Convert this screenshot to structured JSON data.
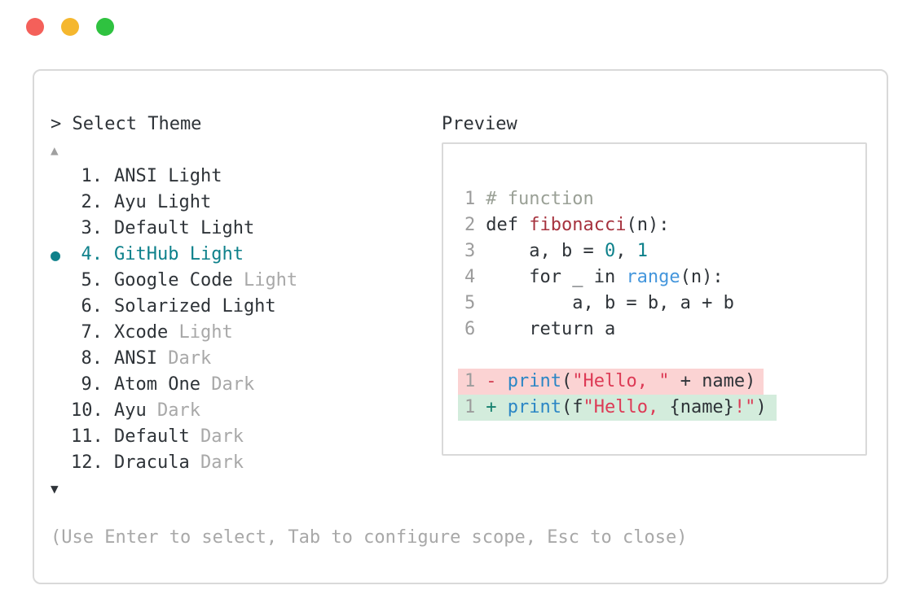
{
  "palette": {
    "text": "#2e3338",
    "dim": "#a8a8a8",
    "accent": "#0e818b",
    "arrow_dim": "#a0a0a0",
    "border": "#d9d9d9",
    "line_number": "#9c9c9c",
    "comment": "#9aa096",
    "function": "#a6323e",
    "number": "#0e818b",
    "builtin": "#4496dc",
    "call": "#2b86c5",
    "string": "#dd3a55",
    "diff_minus": "#d23c50",
    "diff_plus": "#15806e",
    "removed_bg": "#fbd3d3",
    "added_bg": "#d3ecdc",
    "traffic_red": "#f4605a",
    "traffic_yellow": "#f5b72e",
    "traffic_green": "#2fc240"
  },
  "traffic_lights": [
    "close",
    "minimize",
    "zoom"
  ],
  "theme_selector": {
    "prompt": "> Select Theme",
    "scroll_up_icon": "▲",
    "scroll_down_icon": "▼",
    "selected_marker": "●",
    "items": [
      {
        "num": "1.",
        "name": "ANSI Light",
        "dim_suffix": "",
        "selected": false
      },
      {
        "num": "2.",
        "name": "Ayu Light",
        "dim_suffix": "",
        "selected": false
      },
      {
        "num": "3.",
        "name": "Default Light",
        "dim_suffix": "",
        "selected": false
      },
      {
        "num": "4.",
        "name": "GitHub Light",
        "dim_suffix": "",
        "selected": true
      },
      {
        "num": "5.",
        "name": "Google Code",
        "dim_suffix": "Light",
        "selected": false
      },
      {
        "num": "6.",
        "name": "Solarized Light",
        "dim_suffix": "",
        "selected": false
      },
      {
        "num": "7.",
        "name": "Xcode",
        "dim_suffix": "Light",
        "selected": false
      },
      {
        "num": "8.",
        "name": "ANSI",
        "dim_suffix": "Dark",
        "selected": false
      },
      {
        "num": "9.",
        "name": "Atom One",
        "dim_suffix": "Dark",
        "selected": false
      },
      {
        "num": "10.",
        "name": "Ayu",
        "dim_suffix": "Dark",
        "selected": false
      },
      {
        "num": "11.",
        "name": "Default",
        "dim_suffix": "Dark",
        "selected": false
      },
      {
        "num": "12.",
        "name": "Dracula",
        "dim_suffix": "Dark",
        "selected": false
      }
    ],
    "help": "(Use Enter to select, Tab to configure scope, Esc to close)"
  },
  "preview": {
    "title": "Preview",
    "lines": [
      {
        "num": "1",
        "diff": "",
        "segments": [
          [
            "# function",
            "comment"
          ]
        ]
      },
      {
        "num": "2",
        "diff": "",
        "segments": [
          [
            "def ",
            "text"
          ],
          [
            "fibonacci",
            "function"
          ],
          [
            "(n):",
            "text"
          ]
        ]
      },
      {
        "num": "3",
        "diff": "",
        "segments": [
          [
            "    a, b = ",
            "text"
          ],
          [
            "0",
            "number"
          ],
          [
            ", ",
            "text"
          ],
          [
            "1",
            "number"
          ]
        ]
      },
      {
        "num": "4",
        "diff": "",
        "segments": [
          [
            "    for _ in ",
            "text"
          ],
          [
            "range",
            "builtin"
          ],
          [
            "(n):",
            "text"
          ]
        ]
      },
      {
        "num": "5",
        "diff": "",
        "segments": [
          [
            "        a, b = b, a + b",
            "text"
          ]
        ]
      },
      {
        "num": "6",
        "diff": "",
        "segments": [
          [
            "    return a",
            "text"
          ]
        ]
      },
      {
        "num": "",
        "diff": "",
        "segments": []
      },
      {
        "num": "1",
        "diff": "removed",
        "segments": [
          [
            "- ",
            "diff_minus"
          ],
          [
            "print",
            "call"
          ],
          [
            "(",
            "text"
          ],
          [
            "\"Hello, \"",
            "string"
          ],
          [
            " + name)",
            "text"
          ]
        ]
      },
      {
        "num": "1",
        "diff": "added",
        "segments": [
          [
            "+ ",
            "diff_plus"
          ],
          [
            "print",
            "call"
          ],
          [
            "(f",
            "text"
          ],
          [
            "\"Hello, ",
            "string"
          ],
          [
            "{name}",
            "text"
          ],
          [
            "!\"",
            "string"
          ],
          [
            ")",
            "text"
          ]
        ]
      }
    ]
  }
}
